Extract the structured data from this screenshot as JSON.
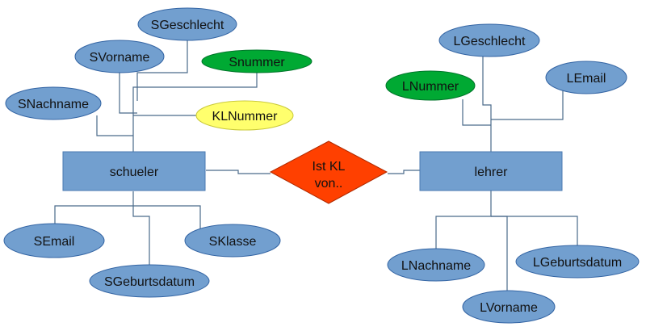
{
  "colors": {
    "entity_fill": "#729fcf",
    "entity_stroke": "#4a7ab0",
    "attribute_fill": "#729fcf",
    "attribute_stroke": "#3465a4",
    "key_attribute_fill": "#00a933",
    "key_attribute_stroke": "#00752a",
    "foreign_key_fill": "#ffff6d",
    "foreign_key_stroke": "#c9c93a",
    "relationship_fill": "#ff4000",
    "relationship_stroke": "#b02a00"
  },
  "entities": {
    "schueler": "schueler",
    "lehrer": "lehrer"
  },
  "relationship": {
    "line1": "Ist KL",
    "line2": "von.."
  },
  "schueler_attributes": {
    "sgeschlecht": "SGeschlecht",
    "svorname": "SVorname",
    "snummer": "Snummer",
    "snachname": "SNachname",
    "klnummer": "KLNummer",
    "semail": "SEmail",
    "sklasse": "SKlasse",
    "sgeburtsdatum": "SGeburtsdatum"
  },
  "lehrer_attributes": {
    "lgeschlecht": "LGeschlecht",
    "lnummer": "LNummer",
    "lemail": "LEmail",
    "lnachname": "LNachname",
    "lgeburtsdatum": "LGeburtsdatum",
    "lvorname": "LVorname"
  }
}
